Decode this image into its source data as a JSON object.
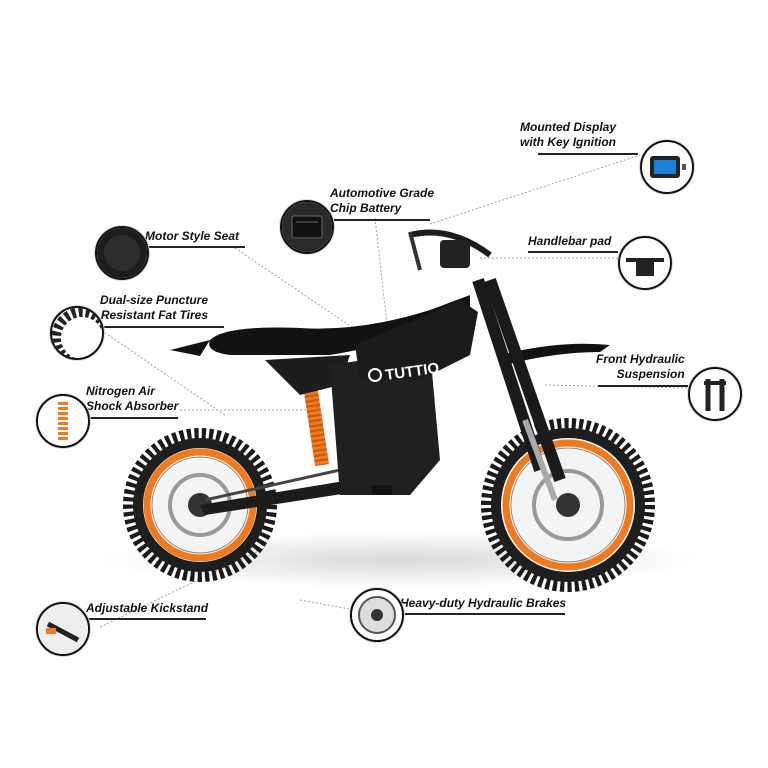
{
  "brand": "TUTTIO",
  "colors": {
    "frame": "#1b1b1b",
    "accent": "#f07a1e",
    "line": "#9a9a9a",
    "text": "#111111"
  },
  "features": [
    {
      "id": "display",
      "lines": [
        "Mounted Display",
        "with Key Ignition"
      ],
      "icon": "display-icon"
    },
    {
      "id": "battery",
      "lines": [
        "Automotive Grade",
        "Chip Battery"
      ],
      "icon": "battery-icon"
    },
    {
      "id": "seat",
      "lines": [
        "Motor Style Seat"
      ],
      "icon": "seat-icon"
    },
    {
      "id": "handlebar",
      "lines": [
        "Handlebar pad"
      ],
      "icon": "handlebar-icon"
    },
    {
      "id": "tires",
      "lines": [
        "Dual-size Puncture",
        "Resistant Fat Tires"
      ],
      "icon": "tire-icon"
    },
    {
      "id": "front-suspension",
      "lines": [
        "Front Hydraulic",
        "Suspension"
      ],
      "icon": "fork-icon"
    },
    {
      "id": "shock",
      "lines": [
        "Nitrogen Air",
        "Shock Absorber"
      ],
      "icon": "shock-icon"
    },
    {
      "id": "kickstand",
      "lines": [
        "Adjustable Kickstand"
      ],
      "icon": "kickstand-icon"
    },
    {
      "id": "brakes",
      "lines": [
        "Heavy-duty Hydraulic Brakes"
      ],
      "icon": "brake-icon"
    }
  ]
}
